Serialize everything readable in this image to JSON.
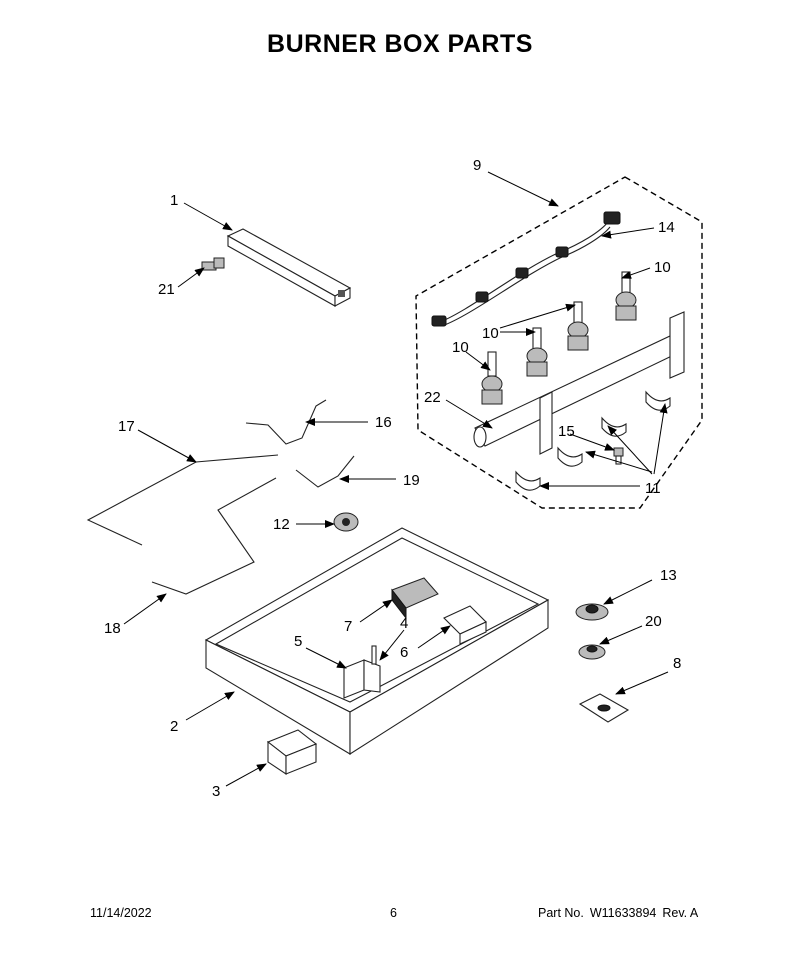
{
  "title": "BURNER BOX PARTS",
  "callouts": {
    "c1": "1",
    "c2": "2",
    "c3": "3",
    "c4": "4",
    "c5": "5",
    "c6": "6",
    "c7": "7",
    "c8": "8",
    "c9": "9",
    "c10a": "10",
    "c10b": "10",
    "c10c": "10",
    "c11": "11",
    "c12": "12",
    "c13": "13",
    "c14": "14",
    "c15": "15",
    "c16": "16",
    "c17": "17",
    "c18": "18",
    "c19": "19",
    "c20": "20",
    "c21": "21",
    "c22": "22"
  },
  "footer": {
    "date": "11/14/2022",
    "page": "6",
    "part_label": "Part No.",
    "part_number": "W11633894",
    "revision": "Rev. A"
  }
}
